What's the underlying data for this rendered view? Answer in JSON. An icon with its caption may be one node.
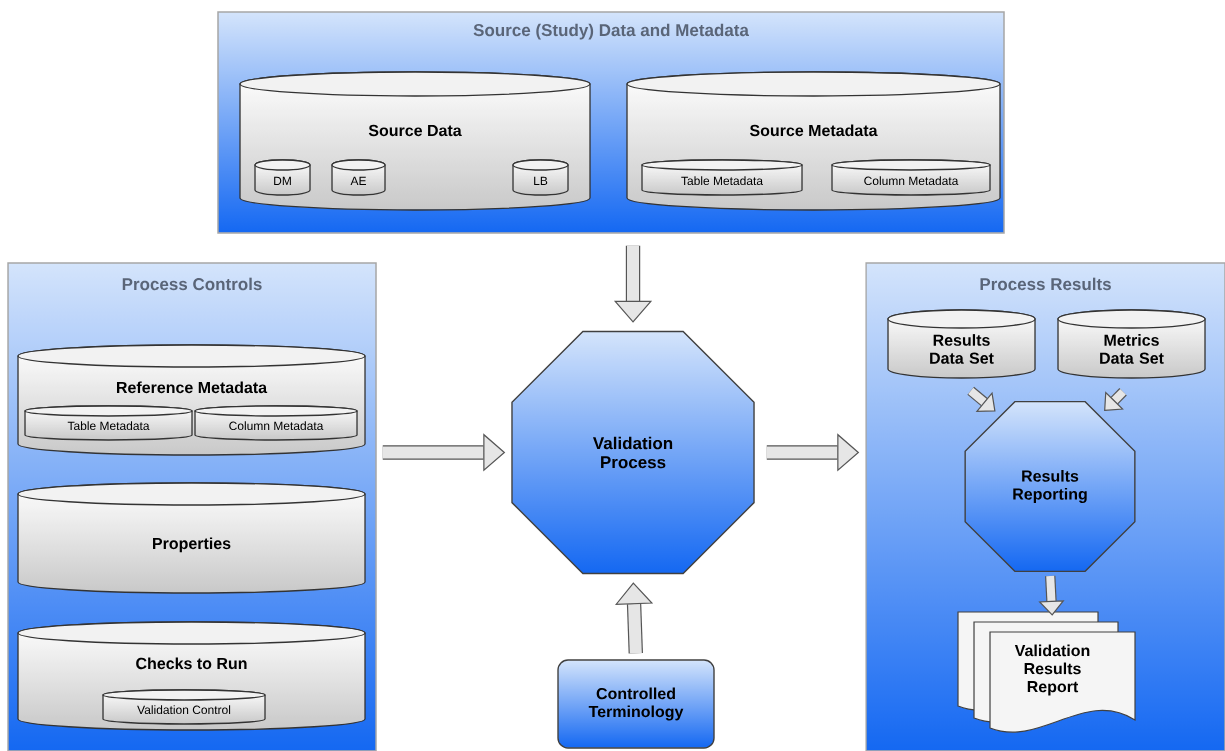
{
  "diagram": {
    "nodes": [
      {
        "text": [
          "Source (Study) Data and Metadata"
        ]
      },
      {
        "text": [
          "Source Data"
        ],
        "in": 0
      },
      {
        "text": [
          "DM"
        ],
        "in": 1
      },
      {
        "text": [
          "AE"
        ],
        "in": 1
      },
      {
        "text": [
          "LB"
        ],
        "in": 1
      },
      {
        "text": [
          "Source Metadata"
        ],
        "in": 0
      },
      {
        "text": [
          "Table Metadata"
        ],
        "in": 5
      },
      {
        "text": [
          "Column Metadata"
        ],
        "in": 5
      },
      {
        "text": [
          "Process Controls"
        ]
      },
      {
        "text": [
          "Reference Metadata"
        ],
        "in": 8
      },
      {
        "text": [
          "Table Metadata"
        ],
        "in": 9
      },
      {
        "text": [
          "Column Metadata"
        ],
        "in": 9
      },
      {
        "text": [
          "Properties"
        ],
        "in": 8
      },
      {
        "text": [
          "Checks to Run"
        ],
        "in": 8
      },
      {
        "text": [
          "Validation Control"
        ],
        "in": 13
      },
      {
        "text": [
          "Validation Process"
        ]
      },
      {
        "text": [
          "Controlled Terminology"
        ]
      },
      {
        "text": [
          "Process Results"
        ]
      },
      {
        "text": [
          "Results Data Set"
        ],
        "in": 17
      },
      {
        "text": [
          "Metrics Data Set"
        ],
        "in": 17
      },
      {
        "text": [
          "Results Reporting"
        ],
        "in": 17
      },
      {
        "text": [
          "Validation Results Report"
        ],
        "in": 17
      }
    ],
    "edges": [
      {
        "from": 0,
        "to": 15,
        "arrow": "to"
      },
      {
        "from": 8,
        "to": 15,
        "arrow": "to"
      },
      {
        "from": 16,
        "to": 15,
        "arrow": "to"
      },
      {
        "from": 15,
        "to": 17,
        "arrow": "to"
      },
      {
        "from": 18,
        "to": 20,
        "arrow": "to"
      },
      {
        "from": 19,
        "to": 20,
        "arrow": "to"
      },
      {
        "from": 20,
        "to": 21,
        "arrow": "to"
      }
    ]
  }
}
